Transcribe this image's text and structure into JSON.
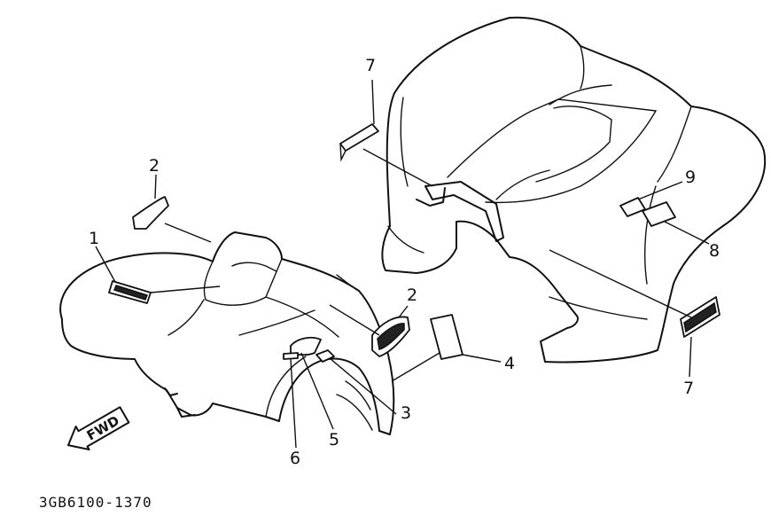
{
  "diagram": {
    "part_code": "3GB6100-1370",
    "direction_label": "FWD",
    "callouts": [
      {
        "id": "c1",
        "label": "1"
      },
      {
        "id": "c2a",
        "label": "2"
      },
      {
        "id": "c2b",
        "label": "2"
      },
      {
        "id": "c3",
        "label": "3"
      },
      {
        "id": "c4",
        "label": "4"
      },
      {
        "id": "c5",
        "label": "5"
      },
      {
        "id": "c6",
        "label": "6"
      },
      {
        "id": "c7a",
        "label": "7"
      },
      {
        "id": "c7b",
        "label": "7"
      },
      {
        "id": "c8",
        "label": "8"
      },
      {
        "id": "c9",
        "label": "9"
      }
    ]
  }
}
